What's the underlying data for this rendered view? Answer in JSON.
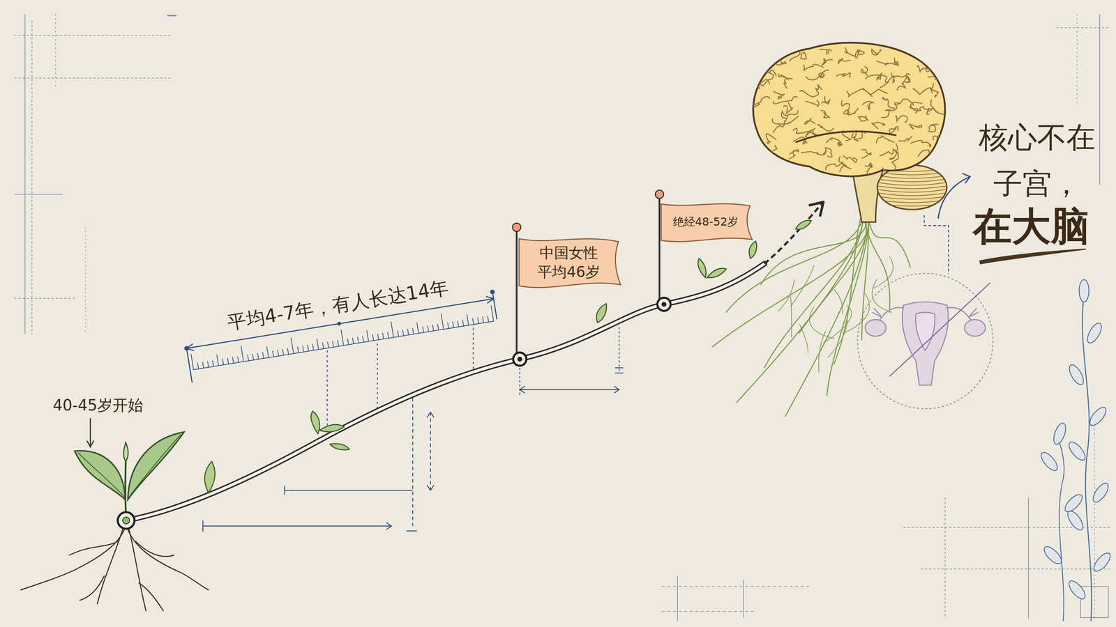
{
  "diagram": {
    "nodes": [
      {
        "text": [
          "中国女性 平均46岁"
        ]
      },
      {
        "text": [
          "绝经48-52岁"
        ]
      }
    ],
    "labels": [
      "40-45岁开始",
      "平均4-7年，有人长达14年",
      "核心不在 子宫，",
      "在大脑"
    ]
  }
}
